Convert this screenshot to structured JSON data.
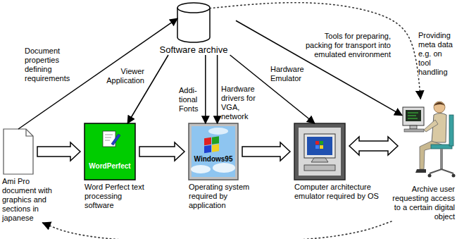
{
  "diagram": {
    "nodes": [
      {
        "text": [
          "Software archive"
        ]
      },
      {
        "text": [
          "Ami Pro document with graphics and sections in japanese"
        ]
      },
      {
        "text": [
          "WordPerfect",
          "Word Perfect text processing software"
        ]
      },
      {
        "text": [
          "Windows95",
          "Operating system required by application"
        ]
      },
      {
        "text": [
          "Computer architecture emulator required by OS"
        ]
      },
      {
        "text": [
          "Archive user requesting access to a certain digital object"
        ]
      }
    ],
    "edges": [
      {
        "from": 1,
        "to": 2,
        "arrow": "to"
      },
      {
        "from": 2,
        "to": 3,
        "arrow": "to"
      },
      {
        "from": 3,
        "to": 4,
        "arrow": "to"
      },
      {
        "from": 4,
        "to": 5,
        "arrow": "both"
      },
      {
        "from": 1,
        "to": 0,
        "label": "Document properties defining requirements",
        "arrow": "to"
      },
      {
        "from": 0,
        "to": 2,
        "label": "Viewer Application",
        "arrow": "to"
      },
      {
        "from": 0,
        "to": 3,
        "label": "Addi- tional Fonts",
        "arrow": "to"
      },
      {
        "from": 0,
        "to": 3,
        "label": "Hardware drivers for VGA, network",
        "arrow": "to"
      },
      {
        "from": 0,
        "to": 4,
        "label": "Hardware Emulator",
        "arrow": "to"
      },
      {
        "from": 0,
        "to": 5,
        "label": "Tools for preparing, packing for transport into emulated environment",
        "arrow": "to"
      },
      {
        "from": 0,
        "to": 5,
        "label": "Providing meta data e.g. on tool handling",
        "arrow": "to"
      },
      {
        "from": 5,
        "to": 1,
        "arrow": "to"
      }
    ]
  }
}
